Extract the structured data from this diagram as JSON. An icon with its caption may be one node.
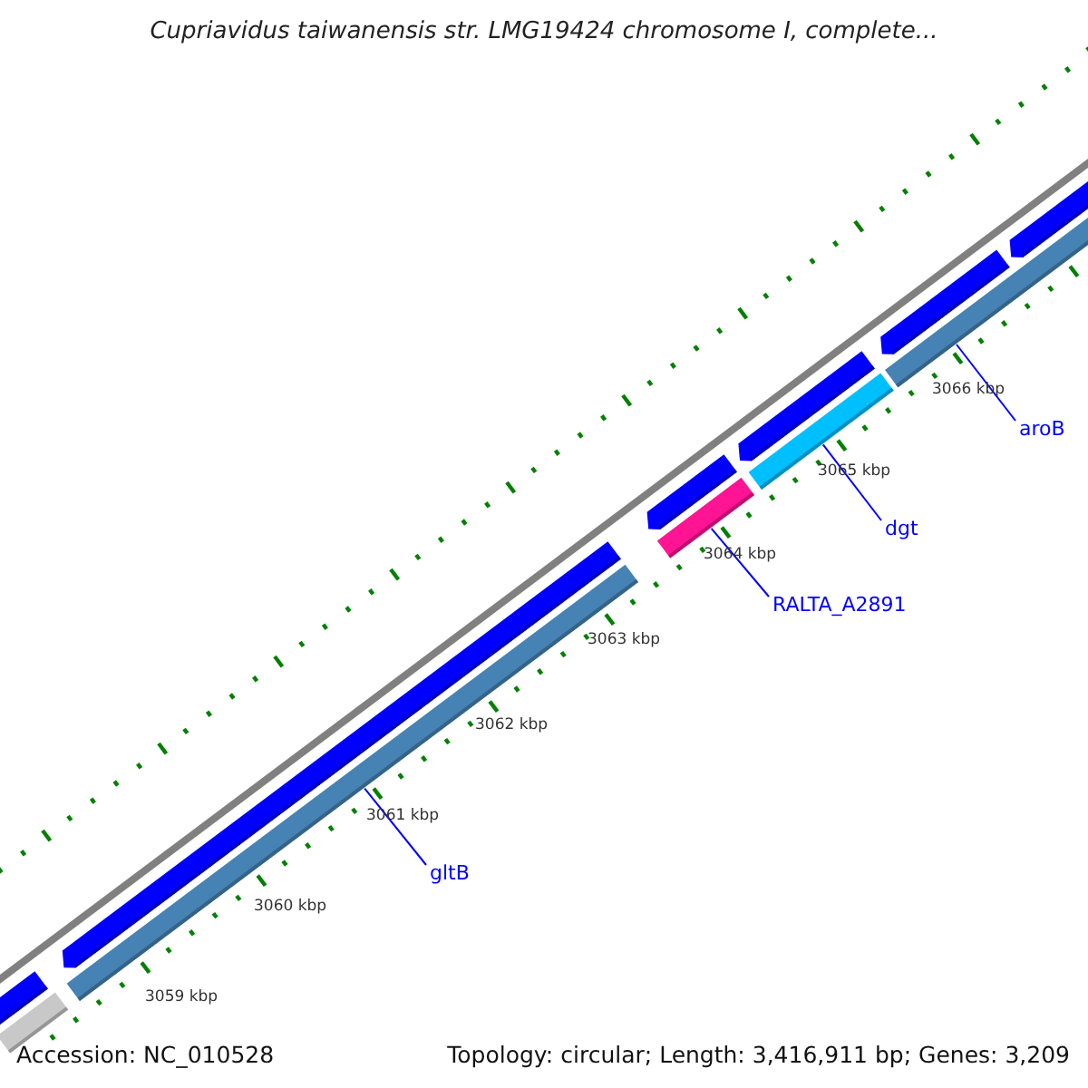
{
  "diagram": {
    "title": "Cupriavidus taiwanensis str. LMG19424 chromosome I, complete...",
    "nodes": [
      {
        "text": [
          "gltB"
        ]
      },
      {
        "text": [],
        "shape": "bar"
      },
      {
        "text": [
          "RALTA_A2891"
        ]
      },
      {
        "text": [],
        "shape": "bar"
      },
      {
        "text": [
          "dgt"
        ]
      },
      {
        "text": [],
        "shape": "bar"
      },
      {
        "text": [
          "aroB"
        ]
      },
      {
        "text": [],
        "shape": "bar"
      }
    ],
    "edges": [
      {
        "from": 0,
        "to": 1,
        "arrow": "none"
      },
      {
        "from": 2,
        "to": 3,
        "arrow": "none"
      },
      {
        "from": 4,
        "to": 5,
        "arrow": "none"
      },
      {
        "from": 6,
        "to": 7,
        "arrow": "none"
      }
    ],
    "labels": [
      "3066 kbp",
      "3065 kbp",
      "3064 kbp",
      "3063 kbp",
      "3062 kbp",
      "3061 kbp",
      "3060 kbp",
      "3059 kbp",
      "Accession: NC_010528",
      "Topology: circular; Length: 3,416,911 bp; Genes: 3,209"
    ]
  }
}
